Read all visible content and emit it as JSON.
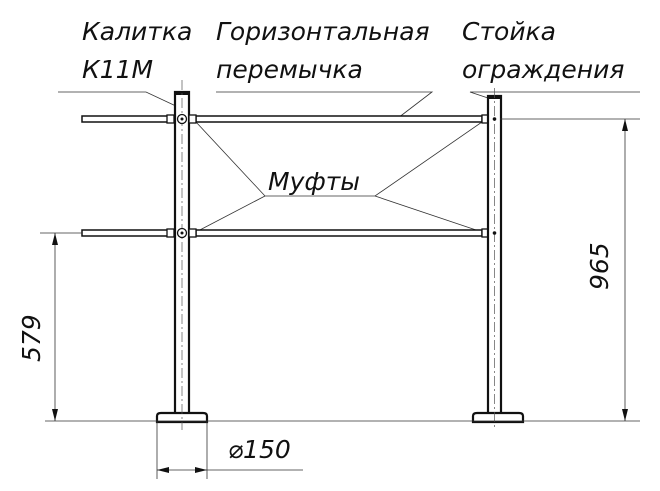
{
  "labels": {
    "gate_line1": "Калитка",
    "gate_line2": "К11М",
    "rail_line1": "Горизонтальная",
    "rail_line2": "перемычка",
    "post_line1": "Стойка",
    "post_line2": "ограждения",
    "couplings": "Муфты"
  },
  "dimensions": {
    "post_height": "965",
    "lower_rail_height": "579",
    "base_diameter": "⌀150"
  }
}
